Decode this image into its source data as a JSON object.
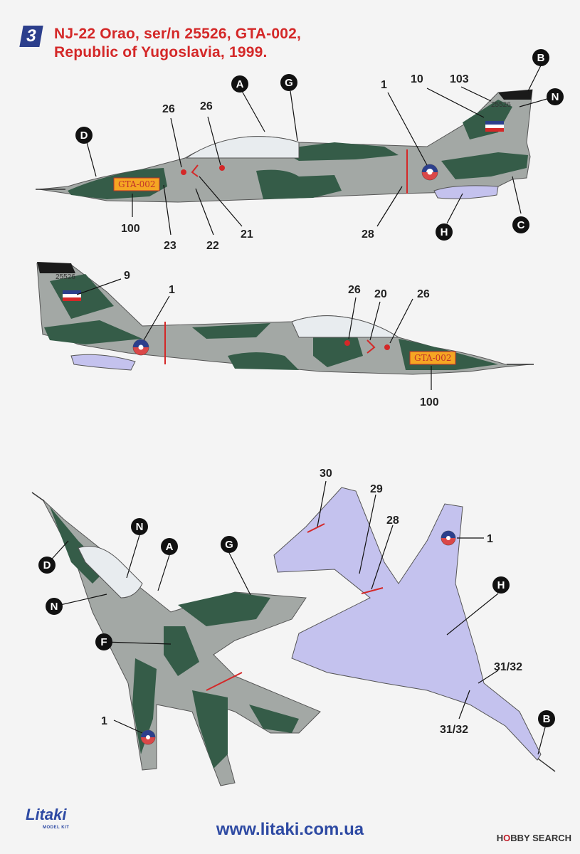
{
  "header": {
    "badge": "3",
    "title_line1": "NJ-22 Orao, ser/n 25526, GTA-002,",
    "title_line2": "Republic of Yugoslavia, 1999."
  },
  "side_view_left": {
    "gta_marking": "GTA-002",
    "serial": "25526",
    "letters": {
      "A": "A",
      "G": "G",
      "B": "B",
      "N": "N",
      "D": "D",
      "H": "H",
      "C": "C"
    },
    "numbers": {
      "n26a": "26",
      "n26b": "26",
      "n1": "1",
      "n10": "10",
      "n103": "103",
      "n100": "100",
      "n23": "23",
      "n22": "22",
      "n21": "21",
      "n28": "28"
    }
  },
  "side_view_right": {
    "gta_marking": "GTA-002",
    "serial": "25526",
    "numbers": {
      "n9": "9",
      "n1": "1",
      "n26a": "26",
      "n20": "20",
      "n26b": "26",
      "n100": "100"
    }
  },
  "top_view": {
    "letters": {
      "N1": "N",
      "A": "A",
      "G": "G",
      "D": "D",
      "N2": "N",
      "F": "F"
    },
    "numbers": {
      "n1": "1"
    }
  },
  "bottom_view": {
    "letters": {
      "H": "H",
      "B": "B"
    },
    "numbers": {
      "n30": "30",
      "n29": "29",
      "n28": "28",
      "n1": "1",
      "n3132a": "31/32",
      "n3132b": "31/32"
    }
  },
  "footer": {
    "brand": "Litaki",
    "brand_sub": "MODEL KIT",
    "website": "www.litaki.com.ua",
    "watermark_pre": "H",
    "watermark_o": "O",
    "watermark_post": "BBY SEARCH"
  },
  "colors": {
    "grey": "#a3a8a5",
    "green": "#355c48",
    "underside": "#c4c2ee",
    "red": "#d42828",
    "blue": "#2c3f8c"
  }
}
